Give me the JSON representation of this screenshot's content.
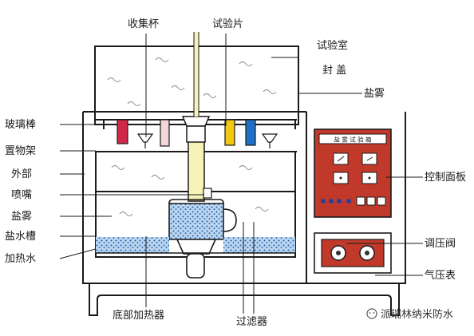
{
  "labels": {
    "collector_cup": "收集杯",
    "test_piece": "试验片",
    "test_chamber": "试验室",
    "seal_cover": "封 盖",
    "salt_fog_top": "盐雾",
    "glass_rod": "玻璃棒",
    "rack": "置物架",
    "exterior": "外部",
    "nozzle": "喷嘴",
    "salt_fog_left": "盐雾",
    "brine_tank": "盐水槽",
    "heated_water": "加热水",
    "control_panel": "控制面板",
    "pressure_valve": "调压阀",
    "pressure_gauge": "气压表",
    "bottom_heater": "底部加热器",
    "filter": "过滤器"
  },
  "panel_title": "盐 雾 试 验 箱",
  "watermark": "派瑞林纳米防水",
  "colors": {
    "outline": "#1a1a1a",
    "panel_red": "#c0392b",
    "liquid_blue": "#9fc4e8",
    "tower_yellow": "#f7f3b8",
    "sample_red": "#d1284a",
    "sample_yellow": "#f2c811",
    "sample_blue": "#1f6fc7",
    "sample_pink": "#f4d6d6",
    "knob_white": "#ffffff",
    "knob_dark": "#333333"
  }
}
